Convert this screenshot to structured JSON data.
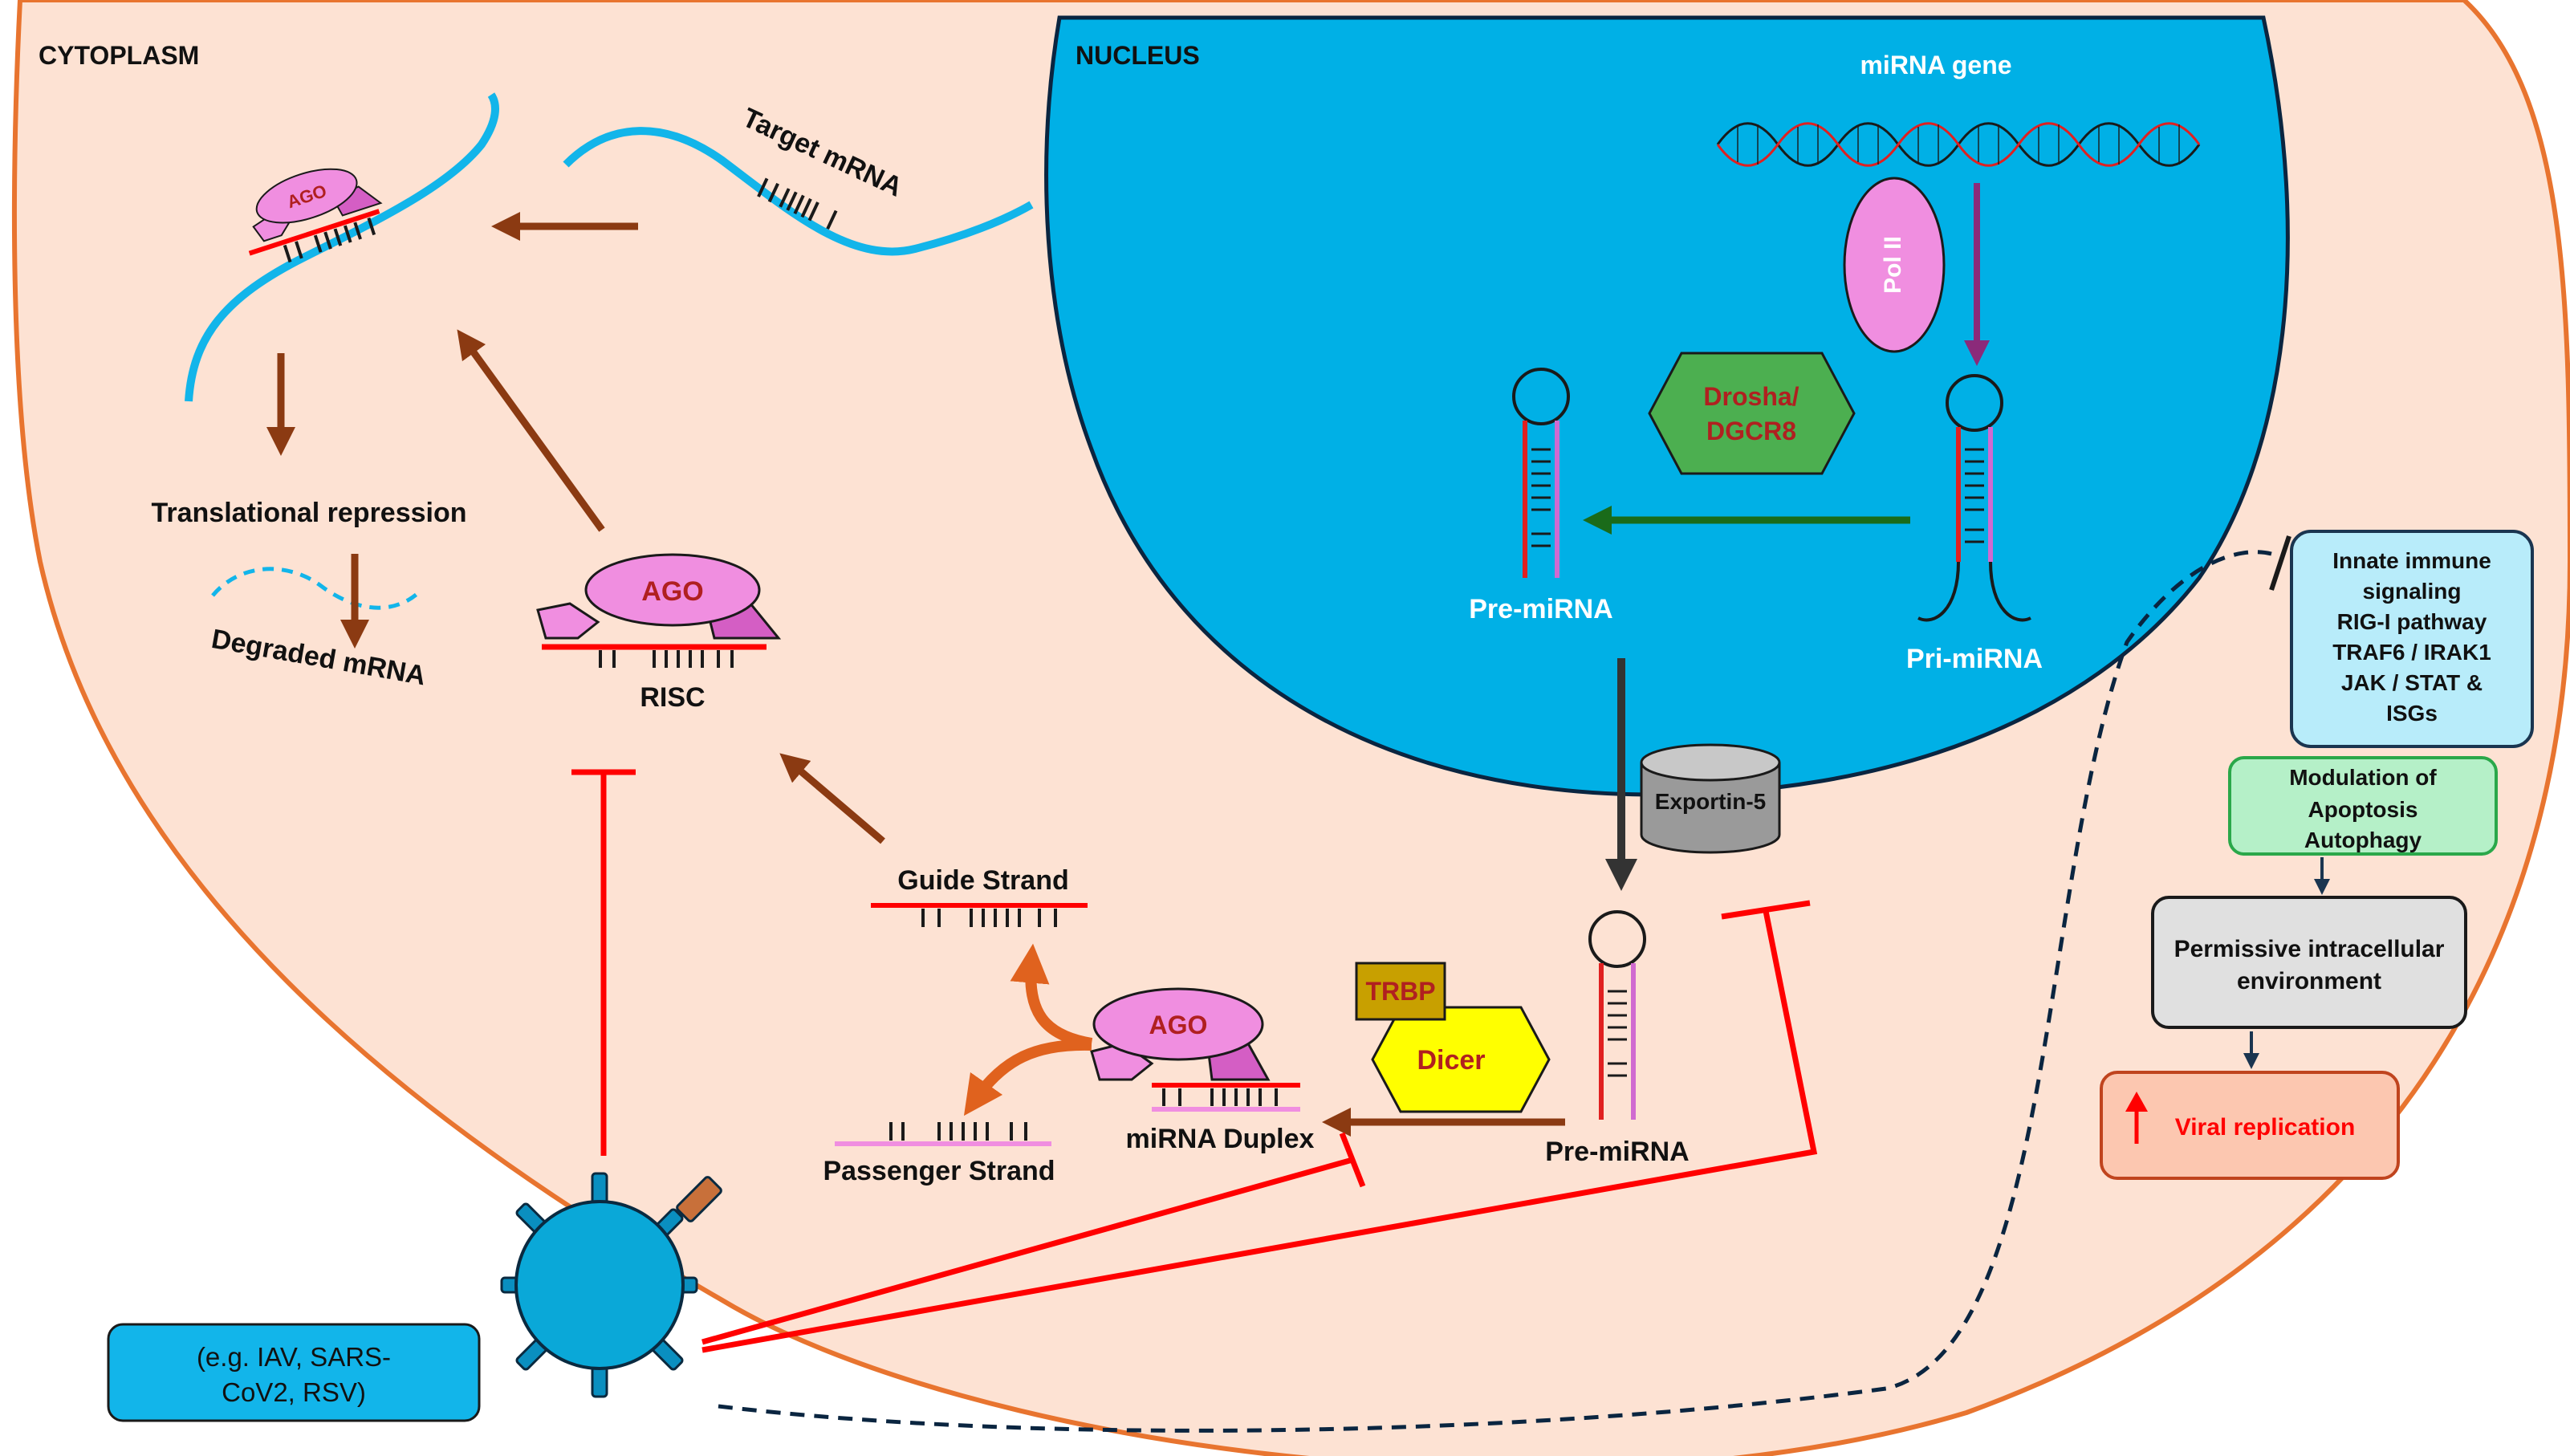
{
  "regions": {
    "cytoplasm": "CYTOPLASM",
    "nucleus": "NUCLEUS"
  },
  "nucleus_labels": {
    "mirna_gene": "miRNA gene",
    "pol_ii": "Pol II",
    "drosha_line1": "Drosha/",
    "drosha_line2": "DGCR8",
    "pri_mirna": "Pri-miRNA",
    "pre_mirna_nucleus": "Pre-miRNA",
    "exportin": "Exportin-5"
  },
  "cytoplasm_labels": {
    "target_mrna": "Target mRNA",
    "ago_small": "AGO",
    "translational_repression": "Translational repression",
    "degraded_mrna": "Degraded mRNA",
    "ago_risc": "AGO",
    "risc": "RISC",
    "guide_strand": "Guide Strand",
    "passenger_strand": "Passenger Strand",
    "ago_duplex": "AGO",
    "mirna_duplex": "miRNA Duplex",
    "trbp": "TRBP",
    "dicer": "Dicer",
    "pre_mirna_cytoplasm": "Pre-miRNA"
  },
  "virus_box": {
    "line1": "(e.g. IAV, SARS-",
    "line2": "CoV2, RSV)"
  },
  "outcome_boxes": {
    "innate": [
      "Innate immune",
      "signaling",
      "RIG-I pathway",
      "TRAF6 / IRAK1",
      "JAK / STAT &",
      "ISGs"
    ],
    "apoptosis": [
      "Modulation of",
      "Apoptosis",
      "Autophagy"
    ],
    "permissive": [
      "Permissive intracellular",
      "environment"
    ],
    "viral": "Viral replication"
  },
  "colors": {
    "cell_fill": "#fde2d3",
    "cell_border": "#e8742f",
    "nucleus_fill": "#00b0e6",
    "ago_fill": "#f08ee0",
    "ago_text": "#b02020",
    "mrna_blue": "#12b5ea",
    "strand_red": "#ff0000",
    "strand_pink": "#f08ee0",
    "arrow_brown": "#8b3a12",
    "arrow_dark": "#333333",
    "drosha_fill": "#4caf50",
    "dicer_fill": "#ffff00",
    "trbp_fill": "#c8a000",
    "innate_fill": "#b8ecfa",
    "apoptosis_fill": "#b5f0c8",
    "permissive_fill": "#e0e0e0",
    "viral_fill": "#fcc7b0",
    "virus_fill": "#0aa8d8",
    "virus_box_fill": "#12b5ea"
  }
}
